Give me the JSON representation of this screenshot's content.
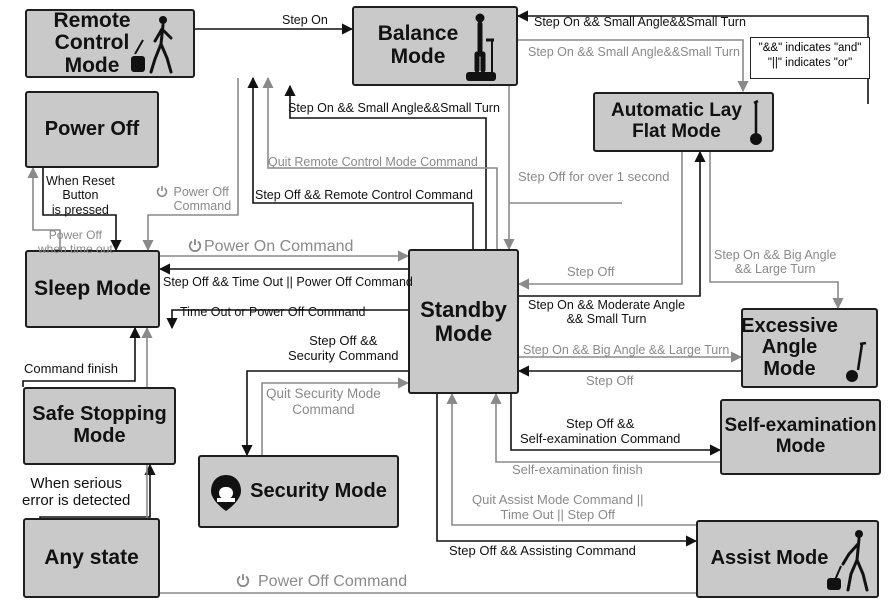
{
  "states": {
    "remote_control": "Remote Control\nMode",
    "balance": "Balance\nMode",
    "power_off": "Power Off",
    "automatic_lay_flat": "Automatic Lay\nFlat Mode",
    "sleep": "Sleep Mode",
    "standby": "Standby\nMode",
    "excessive_angle": "Excessive\nAngle\nMode",
    "safe_stopping": "Safe Stopping\nMode",
    "self_examination": "Self-examination\nMode",
    "security": "Security Mode",
    "any_state": "Any state",
    "assist": "Assist Mode"
  },
  "legend": {
    "and_note": "\"&&\" indicates \"and\"",
    "or_note": "\"||\" indicates \"or\""
  },
  "transitions": {
    "rc_to_balance": "Step On",
    "standby_to_balance_top": "Step On && Small Angle&&Small Turn",
    "balance_to_alf_grey": "Step On && Small Angle&&Small Turn",
    "standby_to_balance": "Step On && Small Angle&&Small Turn",
    "quit_remote_control": "Quit Remote Control Mode Command",
    "step_off_rc_command": "Step Off && Remote Control Command",
    "step_off_over_1s": "Step Off for\nover 1 second",
    "power_off_command_rc": "Power Off\nCommand",
    "when_reset_pressed": "When Reset\nButton\nis pressed",
    "power_off_timeout": "Power Off\nwhen time out",
    "power_on_command": "Power On Command",
    "sleep_step_off_timeout": "Step Off && Time Out || Power Off Command",
    "alf_step_off": "Step Off",
    "step_on_big_angle_right": "Step On && Big Angle\n&& Large Turn",
    "step_on_moderate_angle": "Step On && Moderate Angle\n&& Small Turn",
    "time_out_power_off": "Time Out or Power Off Command",
    "step_off_security": "Step Off &&\nSecurity Command",
    "step_on_big_angle_mid": "Step On && Big Angle && Large Turn",
    "excessive_step_off": "Step Off",
    "command_finish": "Command finish",
    "quit_security_mode": "Quit Security Mode\nCommand",
    "step_off_self_exam": "Step Off &&\nSelf-examination Command",
    "self_exam_finish": "Self-examination finish",
    "serious_error": "When serious\nerror is detected",
    "quit_assist_mode": "Quit Assist Mode Command ||\nTime Out || Step Off",
    "step_off_assisting": "Step Off && Assisting Command",
    "power_off_command_bottom": "Power Off Command"
  }
}
